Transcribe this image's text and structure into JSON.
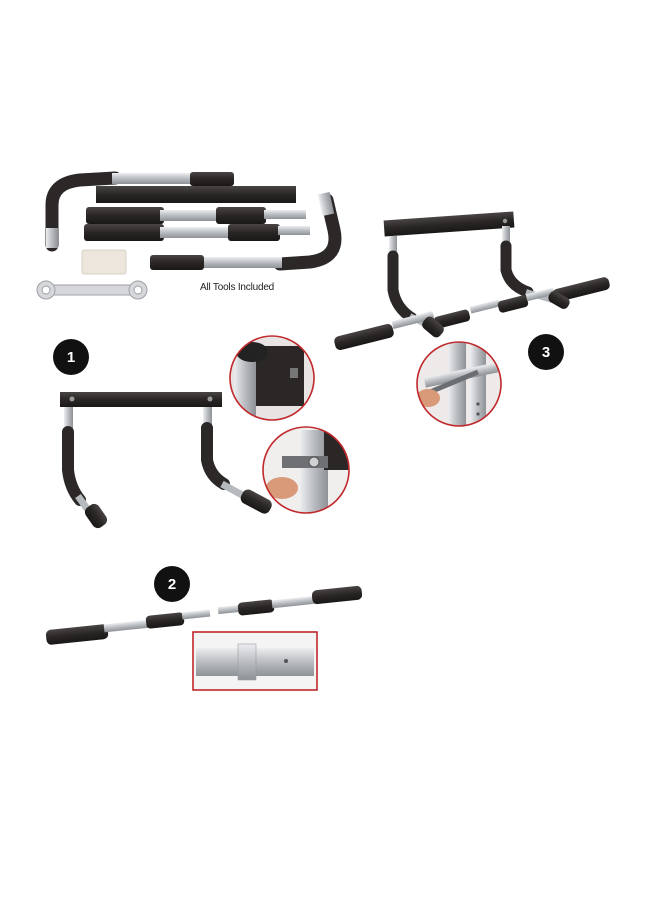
{
  "caption": "All Tools Included",
  "steps": [
    "1",
    "2",
    "3"
  ],
  "colors": {
    "background": "#ffffff",
    "foam": "#2f2b2b",
    "steel": "#c4c6c9",
    "badge": "#111111",
    "detail_ring": "#c0282b"
  },
  "icons": [
    "pull-up-bar-parts",
    "pull-up-bar-frame",
    "pull-up-bar-crossbar",
    "assembled-pull-up-bar",
    "detail-callout"
  ]
}
